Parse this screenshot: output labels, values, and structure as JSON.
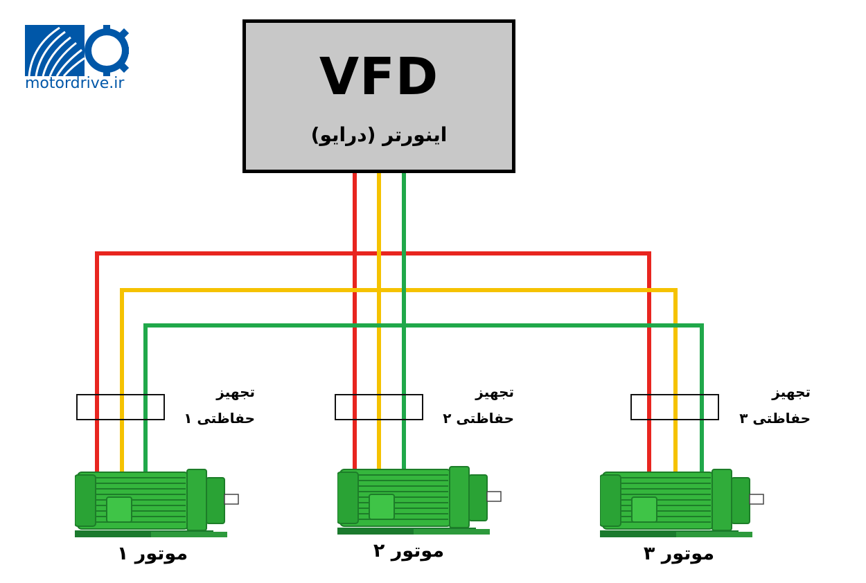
{
  "brand": {
    "site": "motordrive.ir",
    "primary_color": "#0057a8"
  },
  "vfd": {
    "title": "VFD",
    "subtitle": "اینورتر (درایو)"
  },
  "wire_colors": {
    "phase1": "#e8251f",
    "phase2": "#f5c200",
    "phase3": "#20a84a"
  },
  "protection_devices": [
    {
      "line1": "تجهیز",
      "line2": "حفاظتی ۱"
    },
    {
      "line1": "تجهیز",
      "line2": "حفاظتی ۲"
    },
    {
      "line1": "تجهیز",
      "line2": "حفاظتی ۳"
    }
  ],
  "motors": [
    {
      "label": "موتور ۱"
    },
    {
      "label": "موتور ۲"
    },
    {
      "label": "موتور ۳"
    }
  ],
  "icons": [
    "motordrive-logo",
    "electric-motor-icon"
  ]
}
